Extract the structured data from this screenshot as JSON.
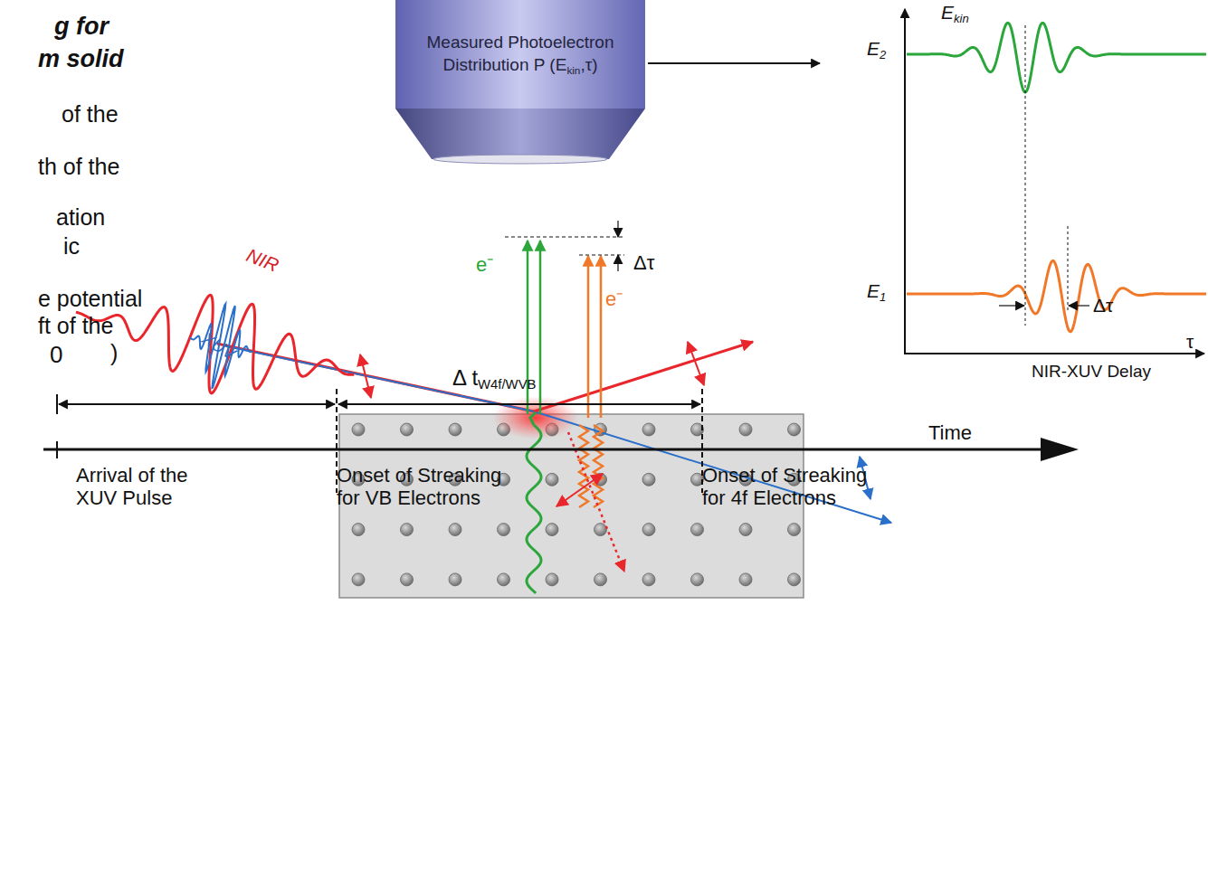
{
  "diagram": {
    "nodes": [
      {
        "text": [
          "Measured Photoelectron Distribution P (Ekin,τ)"
        ]
      }
    ],
    "labels": [
      "g for",
      "m solid",
      "of the",
      "th of the",
      "ation",
      "ic",
      "e potential",
      "ft of the",
      ")",
      "0",
      "NIR",
      "XUV",
      "e⁻",
      "Δτ",
      "e⁻",
      "Ekin",
      "E2",
      "E1",
      "Δτ",
      "NIR-XUV Delay",
      "τ",
      "Δ tW4f/WVB",
      "Time",
      "Arrival of the XUV Pulse",
      "Onset of Streaking for VB Electrons",
      "Onset of Streaking for 4f Electrons"
    ]
  }
}
